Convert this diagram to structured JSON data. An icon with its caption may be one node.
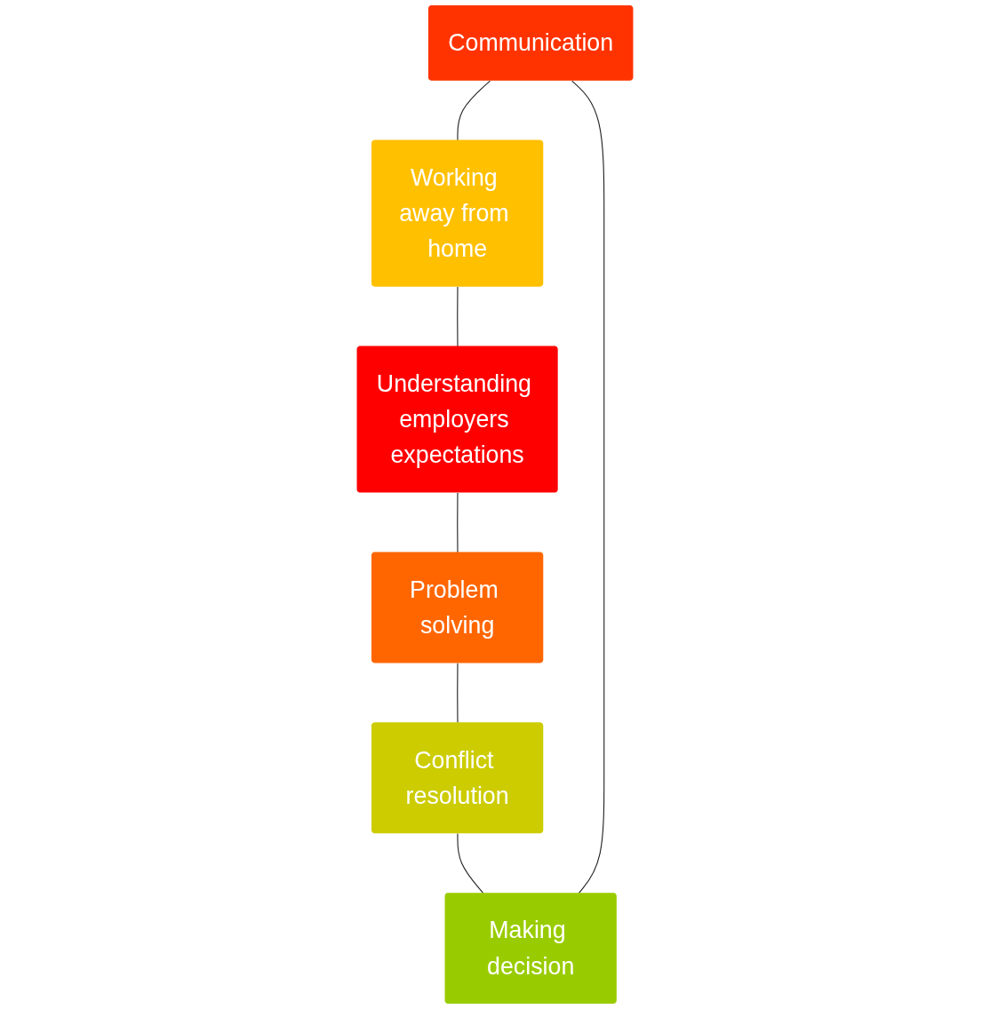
{
  "diagram": {
    "nodes": [
      {
        "text": [
          "Communication"
        ]
      },
      {
        "text": [
          "Making decision"
        ]
      },
      {
        "text": [
          "Working away from home"
        ]
      },
      {
        "text": [
          "Conflict resolution"
        ]
      },
      {
        "text": [
          "Understanding employers expectations"
        ]
      },
      {
        "text": [
          "Problem solving"
        ]
      }
    ],
    "edges": [
      {
        "from": 0,
        "to": 2,
        "arrow": "none"
      },
      {
        "from": 2,
        "to": 4,
        "arrow": "none"
      },
      {
        "from": 4,
        "to": 5,
        "arrow": "none"
      },
      {
        "from": 5,
        "to": 3,
        "arrow": "none"
      },
      {
        "from": 3,
        "to": 1,
        "arrow": "none"
      },
      {
        "from": 1,
        "to": 0,
        "arrow": "none"
      }
    ]
  }
}
